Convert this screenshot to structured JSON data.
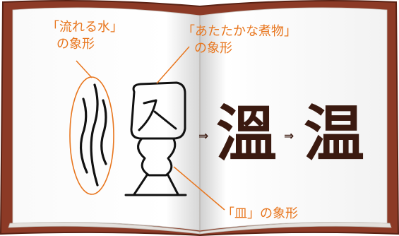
{
  "labels": {
    "water": {
      "line1": "「流れる水」",
      "line2": "の象形"
    },
    "stew": {
      "line1": "「あたたかな煮物」",
      "line2": "の象形"
    },
    "dish": "「皿」の象形"
  },
  "glyphs": {
    "arrow1": "⇒",
    "old_form": "溫",
    "arrow2": "⇒",
    "modern_form": "温"
  },
  "colors": {
    "accent": "#e8761e",
    "ink": "#3b1a10",
    "cover": "#8c3a26"
  }
}
